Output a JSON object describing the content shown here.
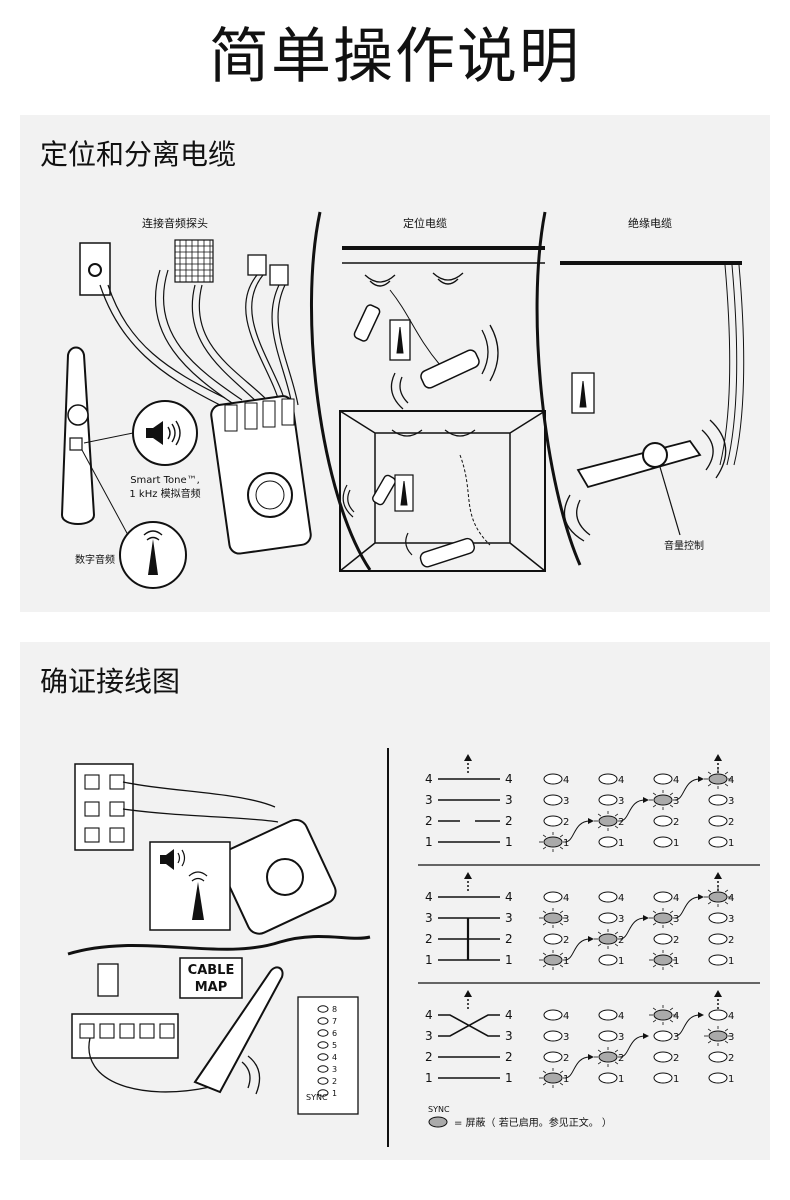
{
  "title": "简单操作说明",
  "section1": {
    "heading": "定位和分离电缆",
    "labels": {
      "connect_probe": "连接音频探头",
      "locate_cable": "定位电缆",
      "isolate_cable": "绝缘电缆",
      "smart_tone_line1": "Smart Tone™,",
      "smart_tone_line2": "1 kHz 模拟音频",
      "digital_audio": "数字音频",
      "volume_control": "音量控制"
    }
  },
  "section2": {
    "heading": "确证接线图",
    "cable_map_line1": "CABLE",
    "cable_map_line2": "MAP",
    "sync_label": "SYNC",
    "led_numbers": [
      "8",
      "7",
      "6",
      "5",
      "4",
      "3",
      "2",
      "1"
    ],
    "wire_numbers": [
      "4",
      "3",
      "2",
      "1"
    ],
    "legend_sync": "SYNC",
    "legend_text": "= 屏蔽（ 若已启用。参见正文。 ）",
    "diagram_rows": [
      {
        "type": "split",
        "lit": [
          [
            1
          ],
          [
            2
          ],
          [
            3
          ],
          [
            4
          ]
        ]
      },
      {
        "type": "short",
        "lit": [
          [
            1,
            3
          ],
          [
            2
          ],
          [
            1,
            3
          ],
          [
            4
          ]
        ]
      },
      {
        "type": "crossed",
        "lit": [
          [
            1
          ],
          [
            2
          ],
          [
            4
          ],
          [
            3
          ]
        ]
      }
    ]
  }
}
